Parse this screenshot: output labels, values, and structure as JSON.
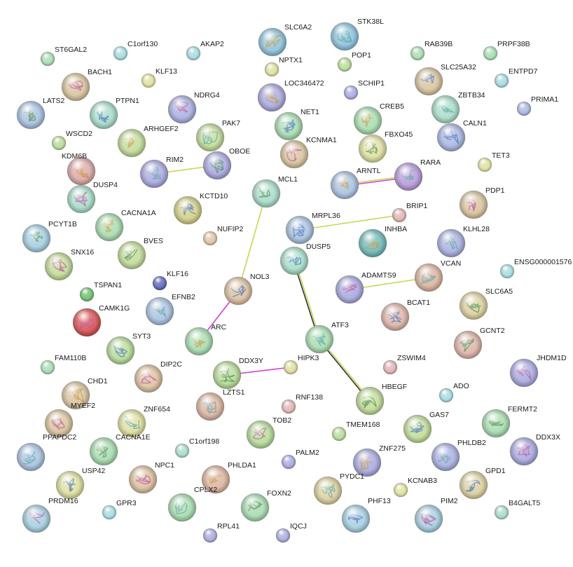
{
  "network": {
    "nodes": [
      {
        "id": "ST6GAL2",
        "color": "#a8dcb0"
      },
      {
        "id": "C1orf130",
        "color": "#a6dbe0"
      },
      {
        "id": "AKAP2",
        "color": "#a6dbe0"
      },
      {
        "id": "SLC6A2",
        "color": "#8ec3dc"
      },
      {
        "id": "STK38L",
        "color": "#8ec3dc"
      },
      {
        "id": "RAB39B",
        "color": "#a8dcb0"
      },
      {
        "id": "PRPF38B",
        "color": "#a8dcb0"
      },
      {
        "id": "BACH1",
        "color": "#d8c49e"
      },
      {
        "id": "KLF13",
        "color": "#dfe0a0"
      },
      {
        "id": "NPTX1",
        "color": "#dfe0a0"
      },
      {
        "id": "POP1",
        "color": "#b7dc98"
      },
      {
        "id": "SLC25A32",
        "color": "#d8c49e"
      },
      {
        "id": "ENTPD7",
        "color": "#a6dbe0"
      },
      {
        "id": "LOC346472",
        "color": "#a9a9e0"
      },
      {
        "id": "SCHIP1",
        "color": "#a9a9e0"
      },
      {
        "id": "LATS2",
        "color": "#a9c2e0"
      },
      {
        "id": "PTPN1",
        "color": "#a8dcc8"
      },
      {
        "id": "NDRG4",
        "color": "#a9b0e0"
      },
      {
        "id": "CREB5",
        "color": "#a8dcb0"
      },
      {
        "id": "ZBTB34",
        "color": "#a8dcc8"
      },
      {
        "id": "PRIMA1",
        "color": "#a9b6e0"
      },
      {
        "id": "NET1",
        "color": "#a8dcb0"
      },
      {
        "id": "WSCD2",
        "color": "#b7dc98"
      },
      {
        "id": "ARHGEF2",
        "color": "#c2dc98"
      },
      {
        "id": "PAK7",
        "color": "#c2dc98"
      },
      {
        "id": "FBXO45",
        "color": "#dfe0a0"
      },
      {
        "id": "CALN1",
        "color": "#a9b6e0"
      },
      {
        "id": "KCNMA1",
        "color": "#d8c49e"
      },
      {
        "id": "KDM6B",
        "color": "#dca8a8"
      },
      {
        "id": "RIM2",
        "color": "#a9a9e0"
      },
      {
        "id": "OBOE",
        "color": "#a9a9e0"
      },
      {
        "id": "TET3",
        "color": "#dfe0a0"
      },
      {
        "id": "DUSP4",
        "color": "#a8dcc8"
      },
      {
        "id": "ARNTL",
        "color": "#a9c2e0"
      },
      {
        "id": "RARA",
        "color": "#b69ad8"
      },
      {
        "id": "MCL1",
        "color": "#a8dcc8"
      },
      {
        "id": "KCTD10",
        "color": "#d2cf88"
      },
      {
        "id": "PDP1",
        "color": "#d8c49e"
      },
      {
        "id": "CACNA1A",
        "color": "#a8dcb0"
      },
      {
        "id": "BRIP1",
        "color": "#e0b4b4"
      },
      {
        "id": "PCYT1B",
        "color": "#a6cfe0"
      },
      {
        "id": "MRPL36",
        "color": "#a9c2e0"
      },
      {
        "id": "NUFIP2",
        "color": "#e0c4a8"
      },
      {
        "id": "INHBA",
        "color": "#6fb9b9"
      },
      {
        "id": "KLHL28",
        "color": "#a9b0e0"
      },
      {
        "id": "BVES",
        "color": "#c2dc98"
      },
      {
        "id": "DUSP5",
        "color": "#a8dcc8"
      },
      {
        "id": "SNX16",
        "color": "#c2dc98"
      },
      {
        "id": "ENSG000001576",
        "color": "#a6dbe0"
      },
      {
        "id": "VCAN",
        "color": "#dcb4a0"
      },
      {
        "id": "KLF16",
        "color": "#5a62b8"
      },
      {
        "id": "NOL3",
        "color": "#dcc0a0"
      },
      {
        "id": "ADAMTS9",
        "color": "#a9a9e0"
      },
      {
        "id": "TSPAN1",
        "color": "#6cc06c"
      },
      {
        "id": "EFNB2",
        "color": "#a9c2e0"
      },
      {
        "id": "SLC6A5",
        "color": "#dcd0a0"
      },
      {
        "id": "BCAT1",
        "color": "#dcb4a8"
      },
      {
        "id": "CAMK1G",
        "color": "#d85050"
      },
      {
        "id": "ARC",
        "color": "#a8dcb0"
      },
      {
        "id": "ATF3",
        "color": "#a8dcb0"
      },
      {
        "id": "GCNT2",
        "color": "#dcb4a8"
      },
      {
        "id": "SYT3",
        "color": "#b7dc98"
      },
      {
        "id": "JHDM1D",
        "color": "#a9a9e0"
      },
      {
        "id": "FAM110B",
        "color": "#a8dcb0"
      },
      {
        "id": "HIPK3",
        "color": "#dfe0a0"
      },
      {
        "id": "DDX3Y",
        "color": "#b7dc98"
      },
      {
        "id": "ZSWIM4",
        "color": "#e0b4b4"
      },
      {
        "id": "DIP2C",
        "color": "#dcc0a0"
      },
      {
        "id": "CHD1",
        "color": "#d8c49e"
      },
      {
        "id": "LZTS1",
        "color": "#dcb4a0"
      },
      {
        "id": "HBEGF",
        "color": "#c2dc98"
      },
      {
        "id": "ADO",
        "color": "#a6dbe0"
      },
      {
        "id": "MYEF2",
        "color": "#d8c49e"
      },
      {
        "id": "RNF138",
        "color": "#e0b4b4"
      },
      {
        "id": "ZNF654",
        "color": "#dfe0a0"
      },
      {
        "id": "FERMT2",
        "color": "#a8dcb0"
      },
      {
        "id": "GAS7",
        "color": "#c2dc98"
      },
      {
        "id": "TOB2",
        "color": "#b7dc98"
      },
      {
        "id": "TMEM168",
        "color": "#b7dc98"
      },
      {
        "id": "PPAPDC2",
        "color": "#a9c2e0"
      },
      {
        "id": "CACNA1E",
        "color": "#a8dcb0"
      },
      {
        "id": "C1orf198",
        "color": "#a8dcc8"
      },
      {
        "id": "DDX3X",
        "color": "#a9a9e0"
      },
      {
        "id": "ZNF275",
        "color": "#a9a9e0"
      },
      {
        "id": "PHLDB2",
        "color": "#a9b0e0"
      },
      {
        "id": "PALM2",
        "color": "#a9a9e0"
      },
      {
        "id": "USP42",
        "color": "#dfe0a0"
      },
      {
        "id": "NPC1",
        "color": "#dcc0a0"
      },
      {
        "id": "PHLDA1",
        "color": "#dcb4a0"
      },
      {
        "id": "PYDC1",
        "color": "#dcd0a0"
      },
      {
        "id": "KCNAB3",
        "color": "#dfe0a0"
      },
      {
        "id": "GPD1",
        "color": "#dcd0a0"
      },
      {
        "id": "PRDM16",
        "color": "#a6cfe0"
      },
      {
        "id": "GPR3",
        "color": "#a6dbe0"
      },
      {
        "id": "CPLX2",
        "color": "#a8dcb0"
      },
      {
        "id": "FOXN2",
        "color": "#a8dcb0"
      },
      {
        "id": "PHF13",
        "color": "#a6cfe0"
      },
      {
        "id": "PIM2",
        "color": "#a6cfe0"
      },
      {
        "id": "B4GALT5",
        "color": "#a8dcc8"
      },
      {
        "id": "RPL41",
        "color": "#a9a9e0"
      },
      {
        "id": "IQCJ",
        "color": "#a9a9e0"
      }
    ],
    "edges": [
      {
        "source": "RIM2",
        "target": "OBOE",
        "colors": [
          "#c8d850"
        ]
      },
      {
        "source": "ARNTL",
        "target": "RARA",
        "colors": [
          "#c8d850",
          "#d040d0"
        ]
      },
      {
        "source": "MCL1",
        "target": "NOL3",
        "colors": [
          "#c8d850"
        ]
      },
      {
        "source": "MRPL36",
        "target": "BRIP1",
        "colors": [
          "#c8d850"
        ]
      },
      {
        "source": "NOL3",
        "target": "ARC",
        "colors": [
          "#d040d0"
        ]
      },
      {
        "source": "ADAMTS9",
        "target": "VCAN",
        "colors": [
          "#c8d850"
        ]
      },
      {
        "source": "DUSP5",
        "target": "ATF3",
        "colors": [
          "#c8d850",
          "#303030"
        ]
      },
      {
        "source": "ATF3",
        "target": "HBEGF",
        "colors": [
          "#c8d850",
          "#303030"
        ]
      },
      {
        "source": "DDX3Y",
        "target": "HIPK3",
        "colors": [
          "#d040d0"
        ]
      }
    ]
  }
}
